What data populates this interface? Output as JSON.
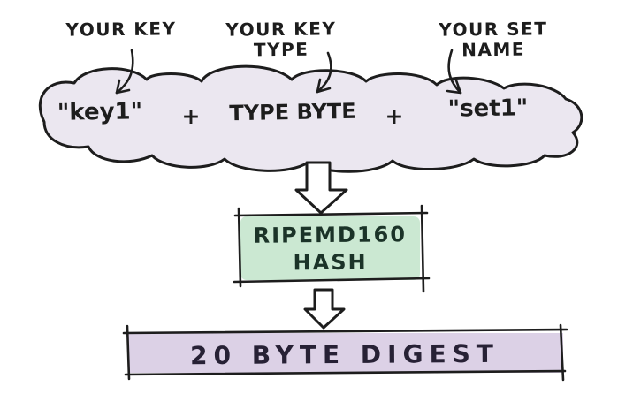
{
  "pointer_labels": {
    "key": "YOUR KEY",
    "key_type": [
      "YOUR KEY",
      "TYPE"
    ],
    "set_name": [
      "YOUR SET",
      "NAME"
    ]
  },
  "cloud": {
    "key_literal": "\"key1\"",
    "plus_1": "+",
    "type_byte": "TYPE BYTE",
    "plus_2": "+",
    "set_literal": "\"set1\""
  },
  "hash_box": {
    "line1": "RIPEMD160",
    "line2": "HASH"
  },
  "digest_box": {
    "label": "20 BYTE DIGEST"
  },
  "colors": {
    "ink": "#1d1d1d",
    "cloud_fill": "#ebe7f0",
    "hash_fill": "#cbe8d2",
    "hash_ink": "#1b3328",
    "digest_fill": "#dcd1e6",
    "digest_ink": "#272135"
  }
}
